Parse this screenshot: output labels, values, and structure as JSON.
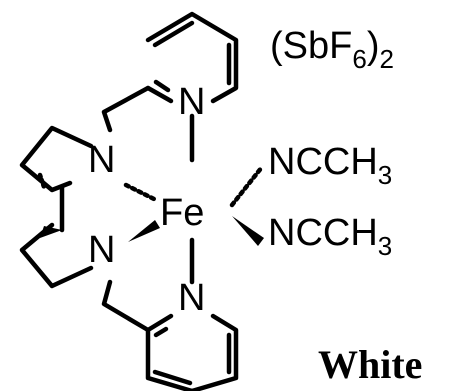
{
  "counterion": {
    "open": "(SbF",
    "subscript_6": "6",
    "close": ")",
    "subscript_2": "2"
  },
  "atoms": {
    "fe": "Fe",
    "n_pyridine_top": "N",
    "n_pyridine_bottom": "N",
    "n_amine_top": "N",
    "n_amine_bottom": "N"
  },
  "ligands": {
    "acetonitrile_1": "NCCH",
    "acetonitrile_1_sub": "3",
    "acetonitrile_2": "NCCH",
    "acetonitrile_2_sub": "3"
  },
  "caption": "White"
}
